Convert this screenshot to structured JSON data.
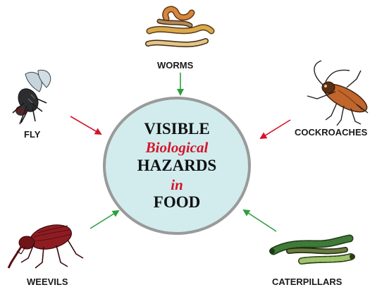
{
  "center": {
    "line1": "VISIBLE",
    "line2": "Biological",
    "line3": "HAZARDS",
    "line4": "in",
    "line5": "FOOD"
  },
  "labels": {
    "worms": "WORMS",
    "fly": "FLY",
    "cockroaches": "COCKROACHES",
    "weevils": "WEEVILS",
    "caterpillars": "CATERPILLARS"
  },
  "colors": {
    "circle_fill": "#d2ecee",
    "circle_stroke": "#9a9a9a",
    "red_arrow": "#d4142a",
    "green_arrow": "#2e9e3e",
    "accent_red_text": "#d4142a"
  },
  "icons": {
    "worms": "worms-icon",
    "fly": "fly-icon",
    "cockroach": "cockroach-icon",
    "weevil": "weevil-icon",
    "caterpillars": "caterpillars-icon"
  }
}
